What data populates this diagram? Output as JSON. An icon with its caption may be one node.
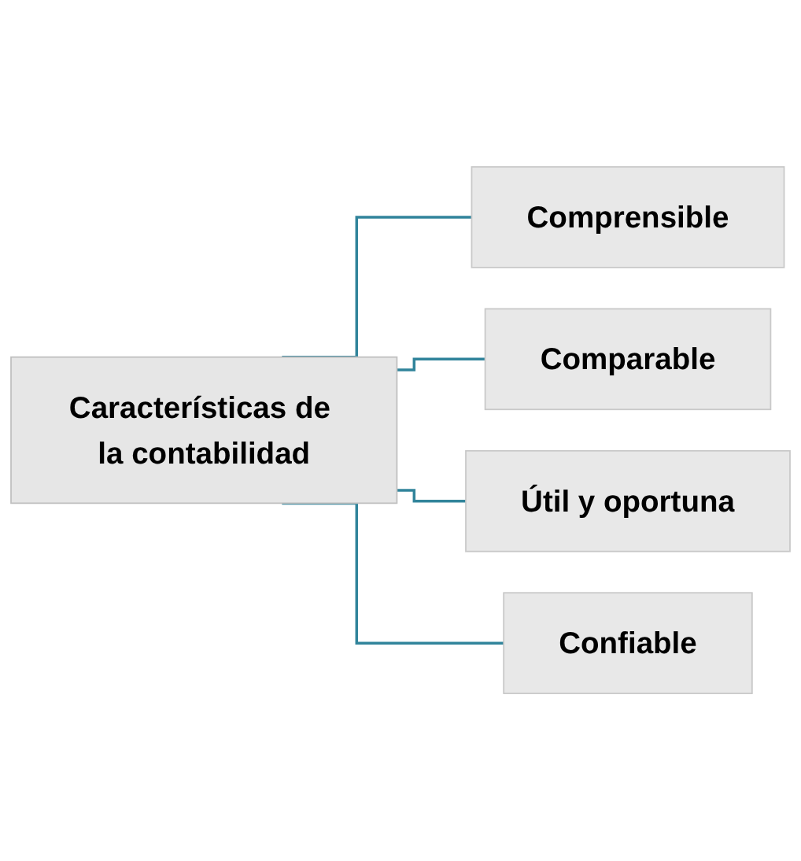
{
  "diagram": {
    "nodes": [
      {
        "text": [
          "Características de la contabilidad"
        ]
      },
      {
        "text": [
          "Comprensible"
        ]
      },
      {
        "text": [
          "Comparable"
        ]
      },
      {
        "text": [
          "Útil y oportuna"
        ]
      },
      {
        "text": [
          "Confiable"
        ]
      }
    ],
    "edges": [
      {
        "from": 0,
        "to": 1,
        "arrow": "none"
      },
      {
        "from": 0,
        "to": 2,
        "arrow": "none"
      },
      {
        "from": 0,
        "to": 3,
        "arrow": "none"
      },
      {
        "from": 0,
        "to": 4,
        "arrow": "none"
      }
    ]
  }
}
